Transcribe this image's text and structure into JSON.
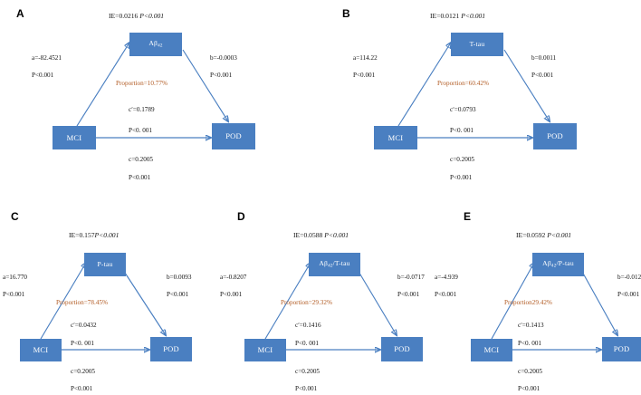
{
  "figure": {
    "type": "mediation-path-diagram-set",
    "predictor": "MCI",
    "outcome": "POD",
    "total_effect_label": "c=0.2005",
    "total_effect_p": "P<0.001"
  },
  "panels": [
    {
      "letter": "A",
      "mediator": "Aβ42",
      "mediator_html": "Aβ<sub>42</sub>",
      "predictor": "MCI",
      "outcome": "POD",
      "ie": "IE=0.0216 ",
      "ie_p": "P<0.001",
      "a_path": "a=-82.4521",
      "a_p": "P<0.001",
      "b_path": "b=-0.0003",
      "b_p": "P<0.001",
      "proportion": "Proportion=10.77%",
      "direct": "cʹ=0.1789",
      "direct_p": "P<0. 001",
      "total": "c=0.2005",
      "total_p": "P<0.001"
    },
    {
      "letter": "B",
      "mediator": "T-tau",
      "mediator_html": "T-tau",
      "predictor": "MCI",
      "outcome": "POD",
      "ie": "IE=0.0121 ",
      "ie_p": "P<0.001",
      "a_path": "a=114.22",
      "a_p": "P<0.001",
      "b_path": "b=0.0011",
      "b_p": "P<0.001",
      "proportion": "Proportion=60.42%",
      "direct": "cʹ=0.0793",
      "direct_p": "P<0. 001",
      "total": "c=0.2005",
      "total_p": "P<0.001"
    },
    {
      "letter": "C",
      "mediator": "P-tau",
      "mediator_html": "P-tau",
      "predictor": "MCI",
      "outcome": "POD",
      "ie": "IE=0.157",
      "ie_p": "P<0.001",
      "a_path": "a=16.770",
      "a_p": "P<0.001",
      "b_path": "b=0.0093",
      "b_p": "P<0.001",
      "proportion": "Proportion=78.45%",
      "direct": "cʹ=0.0432",
      "direct_p": "P<0. 001",
      "total": "c=0.2005",
      "total_p": "P<0.001"
    },
    {
      "letter": "D",
      "mediator": "Aβ42/T-tau",
      "mediator_html": "Aβ<sub>42</sub>/T-tau",
      "predictor": "MCI",
      "outcome": "POD",
      "ie": "IE=0.0588 ",
      "ie_p": "P<0.001",
      "a_path": "a=-0.8207",
      "a_p": "P<0.001",
      "b_path": "b=-0.0717",
      "b_p": "P<0.001",
      "proportion": "Proportion=29.32%",
      "direct": "cʹ=0.1416",
      "direct_p": "P<0. 001",
      "total": "c=0.2005",
      "total_p": "P<0.001"
    },
    {
      "letter": "E",
      "mediator": "Aβ42/P-tau",
      "mediator_html": "Aβ<sub>42</sub>/P-tau",
      "predictor": "MCI",
      "outcome": "POD",
      "ie": "IE=0.0592 ",
      "ie_p": "P<0.001",
      "a_path": "a=-4.939",
      "a_p": "P<0.001",
      "b_path": "b=-0.012",
      "b_p": "P<0.001",
      "proportion": "Proportion29.42%",
      "direct": "cʹ=0.1413",
      "direct_p": "P<0. 001",
      "total": "c=0.2005",
      "total_p": "P<0.001"
    }
  ],
  "colors": {
    "node_fill": "#4a7fc1",
    "arrow": "#4a7fc1",
    "proportion_text": "#b15a22",
    "label_text": "#111111"
  }
}
